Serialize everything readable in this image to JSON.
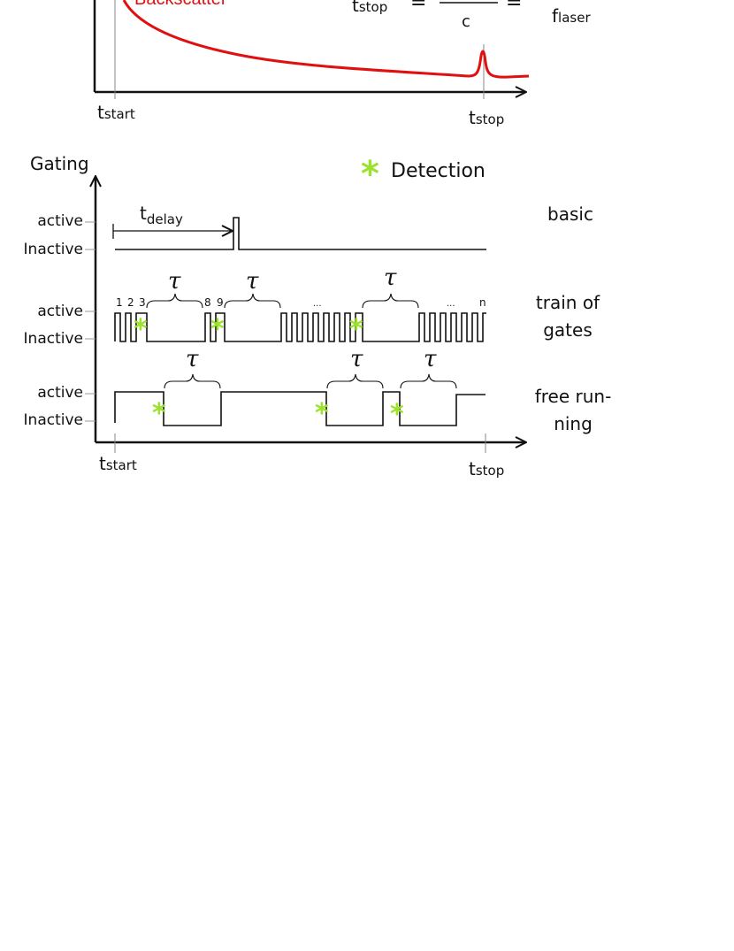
{
  "top_panel": {
    "backscatter_label": "Backscatter",
    "equation": {
      "lhs": "t",
      "lhs_sub": "stop",
      "eq": "=",
      "mid_denominator": "c",
      "eq2": "=",
      "rhs": "f",
      "rhs_sub": "laser"
    },
    "t_start": {
      "main": "t",
      "sub": "start"
    },
    "t_stop": {
      "main": "t",
      "sub": "stop"
    },
    "curve_color": "#e01010"
  },
  "bottom_panel": {
    "y_axis_label": "Gating",
    "legend": {
      "marker": "*",
      "label": "Detection",
      "color": "#9be22a"
    },
    "t_start": {
      "main": "t",
      "sub": "start"
    },
    "t_stop": {
      "main": "t",
      "sub": "stop"
    },
    "tau_symbol": "τ",
    "rows": [
      {
        "id": "basic",
        "active_label": "active",
        "inactive_label": "Inactive",
        "mode_label_lines": [
          "basic"
        ],
        "delay_label": {
          "main": "t",
          "sub": "delay"
        }
      },
      {
        "id": "train",
        "active_label": "active",
        "inactive_label": "Inactive",
        "mode_label_lines": [
          "train of",
          "gates"
        ],
        "gate_numbers": [
          "1",
          "2",
          "3",
          "8",
          "9",
          "...",
          "...",
          "n"
        ]
      },
      {
        "id": "free",
        "active_label": "active",
        "inactive_label": "Inactive",
        "mode_label_lines": [
          "free run-",
          "ning"
        ]
      }
    ]
  }
}
